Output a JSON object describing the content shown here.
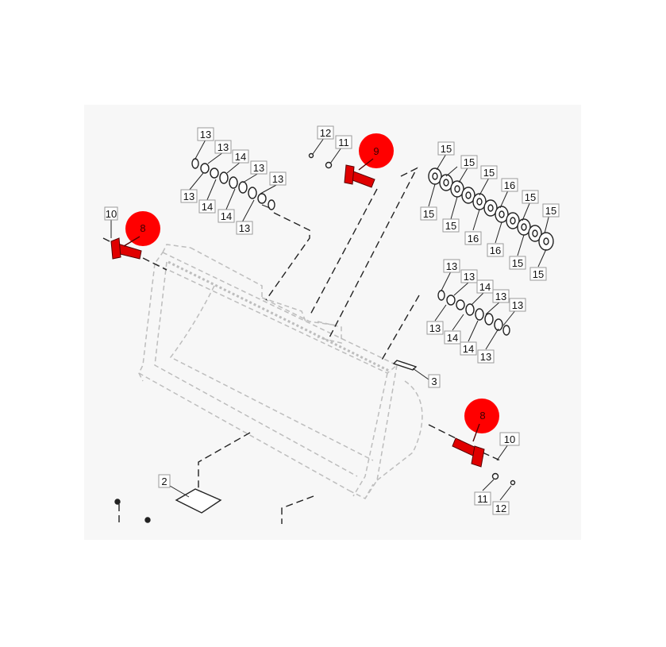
{
  "diagram": {
    "labels": {
      "n2": "2",
      "n3": "3",
      "n8": "8",
      "n9": "9",
      "n10": "10",
      "n11": "11",
      "n12": "12",
      "n13": "13",
      "n14": "14",
      "n15": "15",
      "n16": "16"
    },
    "colors": {
      "highlight": "#ff0000",
      "line": "#222222",
      "ghost": "#bdbdbd",
      "background": "#f7f7f7"
    }
  }
}
